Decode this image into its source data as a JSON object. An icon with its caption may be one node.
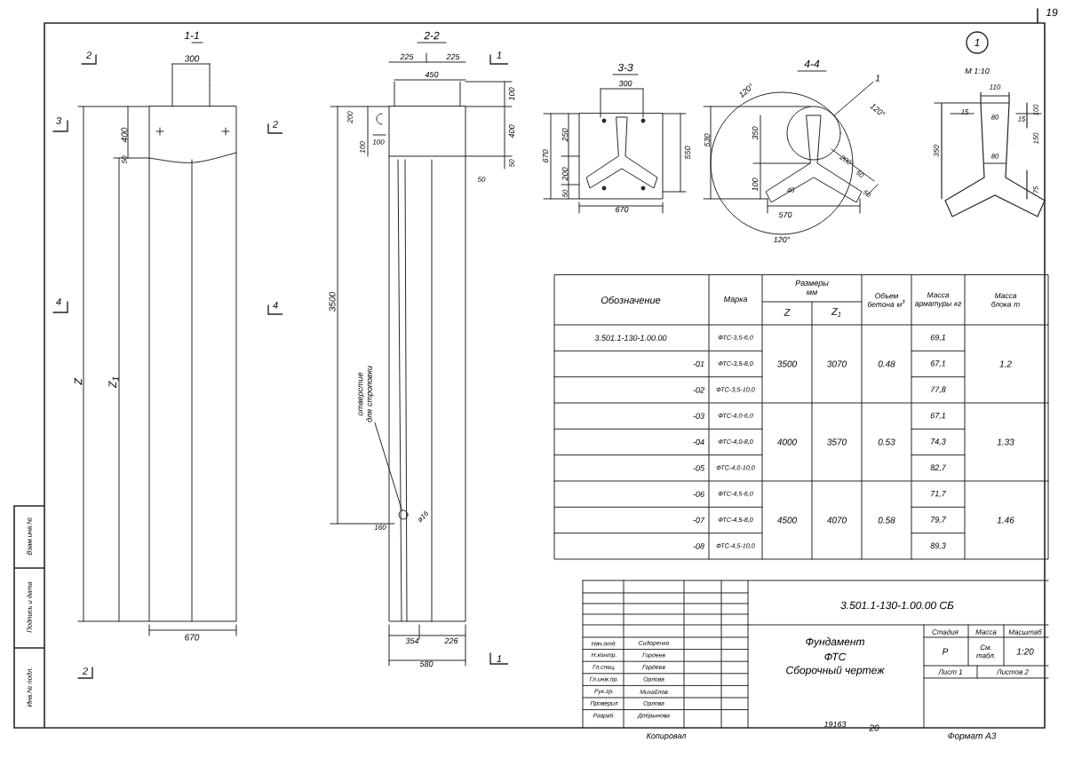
{
  "diagram": {
    "nodes": [
      {
        "text": [
          "1"
        ]
      },
      {
        "text": [],
        "shape": "circle"
      },
      {
        "text": [
          "1"
        ],
        "beside": [
          "М 1:10"
        ]
      },
      {
        "text": [
          "отверстие для строповки"
        ]
      },
      {
        "text": [],
        "shape": "circle"
      }
    ],
    "edges": [
      {
        "from": 0,
        "to": 1,
        "arrow": "none"
      },
      {
        "from": 3,
        "to": 4,
        "arrow": "none"
      }
    ],
    "labels": [
      "19",
      "1-1",
      "2-2",
      "3-3",
      "4-4",
      "2",
      "3",
      "2",
      "4",
      "4",
      "2",
      "1",
      "1",
      "300",
      "400",
      "50",
      "Z",
      "Z$_{1}$",
      "670",
      "225",
      "225",
      "450",
      "100",
      "400",
      "50",
      "50",
      "200",
      "100",
      "100",
      "3500",
      "160",
      "ø16",
      "354",
      "226",
      "580",
      "300",
      "670",
      "250",
      "200",
      "50",
      "550",
      "670",
      "120°",
      "120°",
      "120°",
      "530",
      "350",
      "100",
      "200",
      "50",
      "50",
      "40",
      "570",
      "110",
      "15",
      "80",
      "15",
      "100",
      "150",
      "350",
      "80",
      "75",
      "Обозначение",
      "Марка",
      "Размеры мм",
      "Z",
      "Z$_{1}$",
      "Объем бетона м$^{3}$",
      "Масса арматуры кг",
      "Масса блока т",
      "3.501.1-130-1.00.00",
      "ФТС-3,5-6,0",
      "69,1",
      "-01",
      "ФТС-3,5-8,0",
      "3500",
      "3070",
      "0.48",
      "67,1",
      "1.2",
      "-02",
      "ФТС-3,5-10,0",
      "77,8",
      "-03",
      "ФТС-4,0-6,0",
      "67,1",
      "-04",
      "ФТС-4,0-8,0",
      "4000",
      "3570",
      "0.53",
      "74,3",
      "1.33",
      "-05",
      "ФТС-4,0-10,0",
      "82,7",
      "-06",
      "ФТС-4,5-6,0",
      "71,7",
      "-07",
      "ФТС-4,5-8,0",
      "4500",
      "4070",
      "0.58",
      "79,7",
      "1.46",
      "-08",
      "ФТС-4,5-10,0",
      "89,3",
      "3.501.1-130-1.00.00 СБ",
      "Фундамент",
      "ФТС",
      "Сборочный чертеж",
      "Стадия",
      "Масса",
      "Масштаб",
      "Р",
      "См. табл.",
      "1:20",
      "Лист 1",
      "Листов 2",
      "Нач.отд.",
      "Сидоренко",
      "Н.контр.",
      "Гордеев",
      "Гл.спец.",
      "Гордеев",
      "Гл.инж.пр.",
      "Орлова",
      "Рук.гр.",
      "Михайлов",
      "Проверил",
      "Орлова",
      "Разраб.",
      "Добрынова",
      "Копировал",
      "19163",
      "20",
      "Формат А3",
      "Инв.№ подл.",
      "Подпись и дата",
      "Взам.инв.№"
    ]
  }
}
